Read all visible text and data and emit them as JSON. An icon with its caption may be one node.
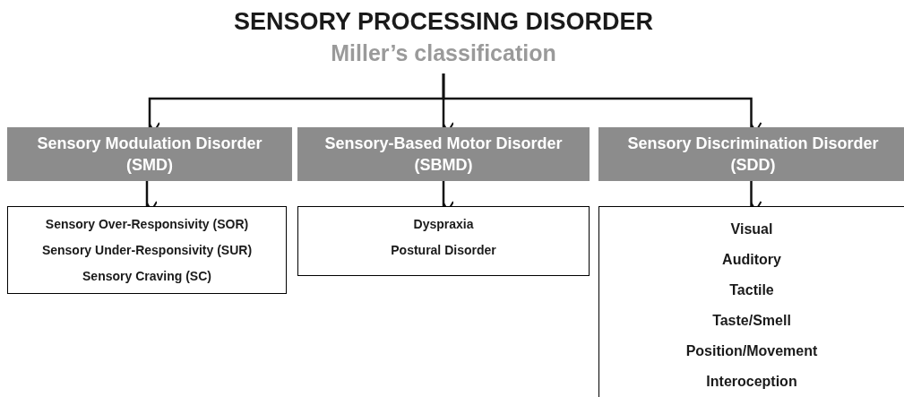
{
  "diagram": {
    "nodes": [
      {
        "text": [
          "SENSORY PROCESSING DISORDER",
          "Miller’s classification"
        ]
      },
      {
        "text": [
          "Sensory Modulation Disorder (SMD)"
        ]
      },
      {
        "text": [
          "Sensory-Based Motor Disorder (SBMD)"
        ]
      },
      {
        "text": [
          "Sensory Discrimination Disorder (SDD)"
        ]
      },
      {
        "text": [
          "Sensory Over-Responsivity (SOR)",
          "Sensory Under-Responsivity (SUR)",
          "Sensory Craving (SC)"
        ]
      },
      {
        "text": [
          "Dyspraxia",
          "Postural Disorder"
        ]
      },
      {
        "text": [
          "Visual",
          "Auditory",
          "Tactile",
          "Taste/Smell",
          "Position/Movement",
          "Interoception"
        ]
      }
    ],
    "edges": [
      {
        "from": 0,
        "to": 1,
        "arrow": "to"
      },
      {
        "from": 0,
        "to": 2,
        "arrow": "to"
      },
      {
        "from": 0,
        "to": 3,
        "arrow": "to"
      },
      {
        "from": 1,
        "to": 4,
        "arrow": "to"
      },
      {
        "from": 2,
        "to": 5,
        "arrow": "to"
      },
      {
        "from": 3,
        "to": 6,
        "arrow": "to"
      }
    ]
  }
}
